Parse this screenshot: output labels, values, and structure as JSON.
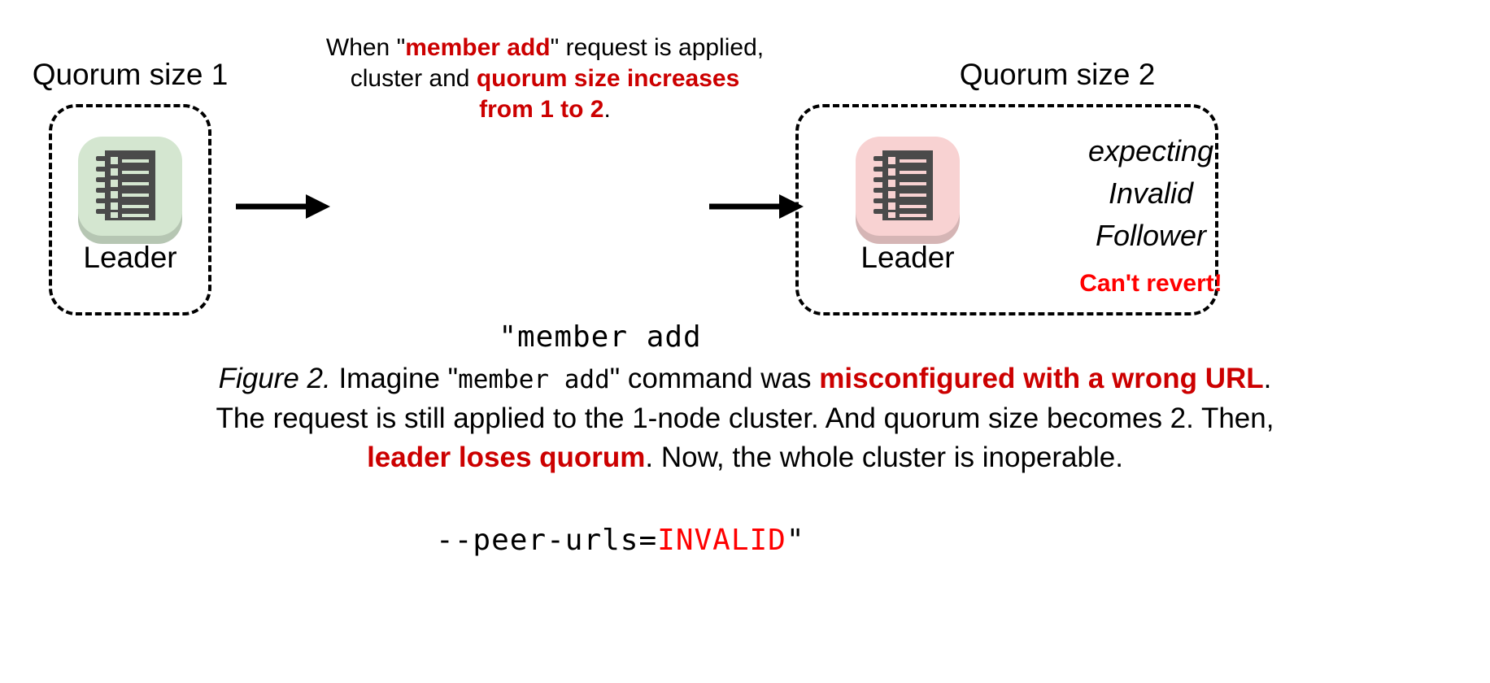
{
  "figure": {
    "left_cluster": {
      "quorum_label": "Quorum size 1",
      "node_label": "Leader",
      "icon_name": "server-node-icon",
      "plate_color": "#D4E6D0",
      "glyph_color": "#4A4A4A"
    },
    "right_cluster": {
      "quorum_label": "Quorum size 2",
      "node_label": "Leader",
      "icon_name": "server-node-icon",
      "plate_color": "#F8D2D2",
      "glyph_color": "#4A4A4A",
      "expecting": {
        "line1": "expecting",
        "line2": "Invalid",
        "line3": "Follower"
      },
      "warning": "Can't revert!"
    },
    "top_note": {
      "line1_a": "When \"",
      "line1_b": "member add",
      "line1_c": "\" request is applied,",
      "line2_a": "cluster and ",
      "line2_b": "quorum size increases",
      "line3_b": "from 1 to 2",
      "line3_c": "."
    },
    "command": {
      "line1": "\"member add",
      "line2_a": "--peer-urls=",
      "line2_b": "INVALID",
      "line2_c": "\""
    },
    "caption": {
      "line1_a": "Figure 2.",
      "line1_b": " Imagine \"",
      "line1_c": "member add",
      "line1_d": "\" command was ",
      "line1_e": "misconfigured with a wrong URL",
      "line1_f": ".",
      "line2": "The request is still applied to the 1-node cluster. And quorum size becomes 2. Then,",
      "line3_a": "leader loses quorum",
      "line3_b": ". Now, the whole cluster is inoperable."
    },
    "colors": {
      "highlight_dark_red": "#CC0000",
      "bright_red": "#FF0000",
      "green_plate": "#D4E6D0",
      "pink_plate": "#F8D2D2",
      "icon_gray": "#4A4A4A",
      "background": "#FFFFFF"
    },
    "arrows": {
      "left_arrow_name": "arrow-left-to-command",
      "right_arrow_name": "arrow-command-to-right"
    }
  }
}
